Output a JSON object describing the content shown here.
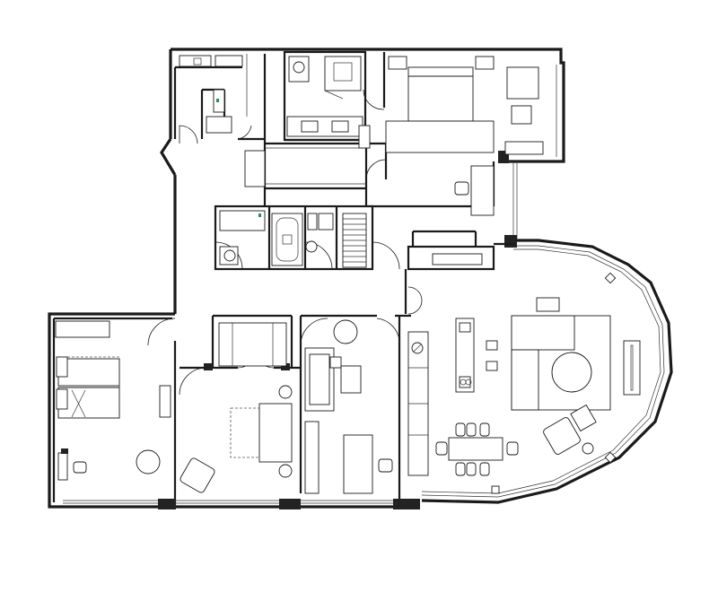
{
  "drawing": {
    "type": "architectural-floor-plan",
    "view": "top-down",
    "rooms": [
      {
        "id": "entry-wc",
        "fixtures": [
          "toilet-icon",
          "washbasin-icon"
        ]
      },
      {
        "id": "master-bath",
        "fixtures": [
          "washbasin-icon",
          "washbasin-icon",
          "shower-icon",
          "toilet-icon"
        ]
      },
      {
        "id": "master-bedroom",
        "fixtures": [
          "double-bed-icon",
          "armchair-icon",
          "desk-icon",
          "desk-chair-icon"
        ]
      },
      {
        "id": "walk-in-closet",
        "fixtures": [
          "wardrobe-icon"
        ]
      },
      {
        "id": "guest-bath",
        "fixtures": [
          "bathtub-icon",
          "toilet-icon",
          "washbasin-icon",
          "shower-icon"
        ]
      },
      {
        "id": "bedroom-west",
        "fixtures": [
          "bed-icon",
          "side-table-icon",
          "desk-chair-icon"
        ]
      },
      {
        "id": "bedroom-middle",
        "fixtures": [
          "bed-icon",
          "armchair-icon"
        ]
      },
      {
        "id": "study",
        "fixtures": [
          "sofa-icon",
          "desk-icon",
          "desk-chair-icon"
        ]
      },
      {
        "id": "living-dining",
        "fixtures": [
          "kitchen-island-icon",
          "sofa-icon",
          "round-table-icon",
          "dining-table-icon",
          "armchair-icon"
        ]
      }
    ]
  }
}
